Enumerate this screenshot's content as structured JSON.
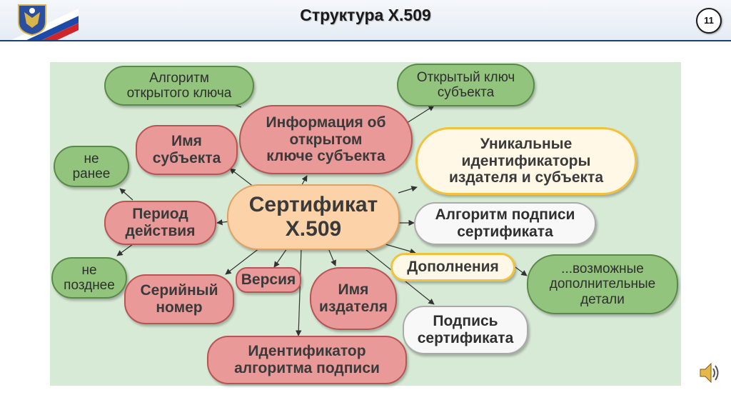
{
  "header": {
    "title": "Структура X.509",
    "slide_number": "11",
    "emblem_icon": "coat-of-arms-icon"
  },
  "colors": {
    "green": "#93c47d",
    "red": "#ea9999",
    "center": "#fcd2a8",
    "yellow_border": "#f3c23a",
    "panel": "#d7ead6"
  },
  "diagram": {
    "center": "Сертификат\nX.509",
    "nodes": {
      "algorithm_public_key": "Алгоритм\nоткрытого ключа",
      "public_key_subject": "Открытый ключ\nсубъекта",
      "public_key_info": "Информация об\nоткрытом\nключе субъекта",
      "subject_name": "Имя\nсубъекта",
      "unique_ids": "Уникальные\nидентификаторы\nиздателя и субъекта",
      "not_before": "не\nранее",
      "validity_period": "Период\nдействия",
      "signature_algorithm": "Алгоритм подписи\nсертификата",
      "extensions": "Дополнения",
      "possible_details": "...возможные\nдополнительные\nдетали",
      "not_after": "не\nпозднее",
      "serial_number": "Серийный\nномер",
      "version": "Версия",
      "issuer_name": "Имя\nиздателя",
      "certificate_signature": "Подпись\nсертификата",
      "algorithm_identifier": "Идентификатор\nалгоритма подписи"
    }
  },
  "speaker_icon": "speaker-icon"
}
